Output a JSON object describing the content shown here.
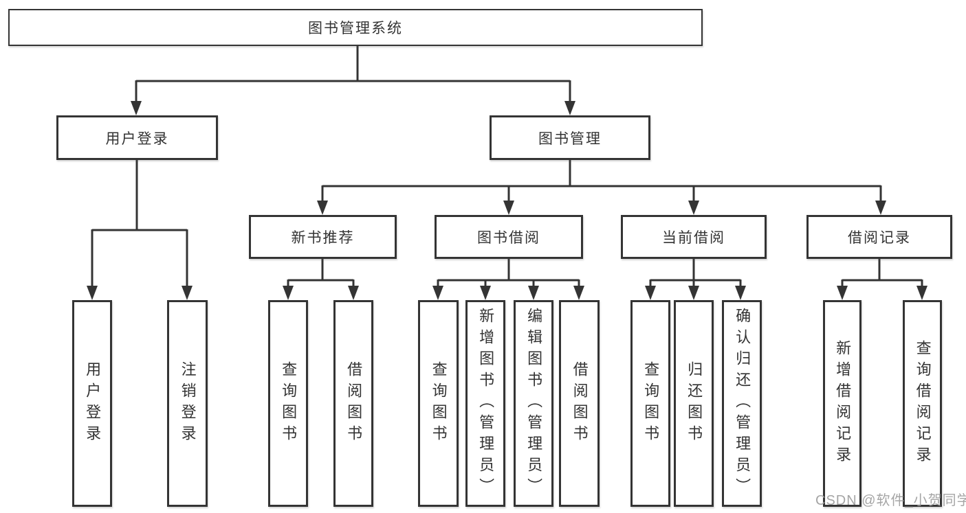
{
  "diagram": {
    "root": {
      "label": "图书管理系统",
      "children": [
        {
          "label": "用户登录",
          "children": [
            {
              "label": "用户登录"
            },
            {
              "label": "注销登录"
            }
          ]
        },
        {
          "label": "图书管理",
          "children": [
            {
              "label": "新书推荐",
              "children": [
                {
                  "label": "查询图书"
                },
                {
                  "label": "借阅图书"
                }
              ]
            },
            {
              "label": "图书借阅",
              "children": [
                {
                  "label": "查询图书"
                },
                {
                  "label": "新增图书（管理员）"
                },
                {
                  "label": "编辑图书（管理员）"
                },
                {
                  "label": "借阅图书"
                }
              ]
            },
            {
              "label": "当前借阅",
              "children": [
                {
                  "label": "查询图书"
                },
                {
                  "label": "归还图书"
                },
                {
                  "label": "确认归还（管理员）"
                }
              ]
            },
            {
              "label": "借阅记录",
              "children": [
                {
                  "label": "新增借阅记录"
                },
                {
                  "label": "查询借阅记录"
                }
              ]
            }
          ]
        }
      ]
    },
    "watermark": "CSDN @软件_小贺同学",
    "colors": {
      "line": "#343434",
      "box_border": "#343434",
      "text": "#333333",
      "background": "#ffffff",
      "watermark": "#9e9e9e"
    }
  }
}
